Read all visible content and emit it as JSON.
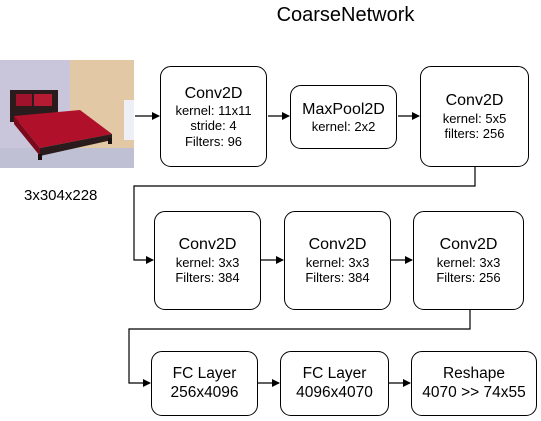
{
  "title": "CoarseNetwork",
  "input": {
    "shape": "3x304x228"
  },
  "colors": {
    "stroke": "#000000",
    "bed": "#b0102a",
    "wall": "#dcd9e6"
  },
  "row1": [
    {
      "name": "Conv2D",
      "lines": [
        "kernel: 11x11",
        "stride: 4",
        "Filters: 96"
      ]
    },
    {
      "name": "MaxPool2D",
      "lines": [
        "kernel: 2x2"
      ]
    },
    {
      "name": "Conv2D",
      "lines": [
        "kernel: 5x5",
        "filters: 256"
      ]
    }
  ],
  "row2": [
    {
      "name": "Conv2D",
      "lines": [
        "kernel: 3x3",
        "Filters: 384"
      ]
    },
    {
      "name": "Conv2D",
      "lines": [
        "kernel: 3x3",
        "Filters: 384"
      ]
    },
    {
      "name": "Conv2D",
      "lines": [
        "kernel: 3x3",
        "Filters: 256"
      ]
    }
  ],
  "row3": [
    {
      "name": "FC Layer",
      "lines": [
        "256x4096"
      ]
    },
    {
      "name": "FC Layer",
      "lines": [
        "4096x4070"
      ]
    },
    {
      "name": "Reshape",
      "lines": [
        "4070 >> 74x55"
      ]
    }
  ]
}
